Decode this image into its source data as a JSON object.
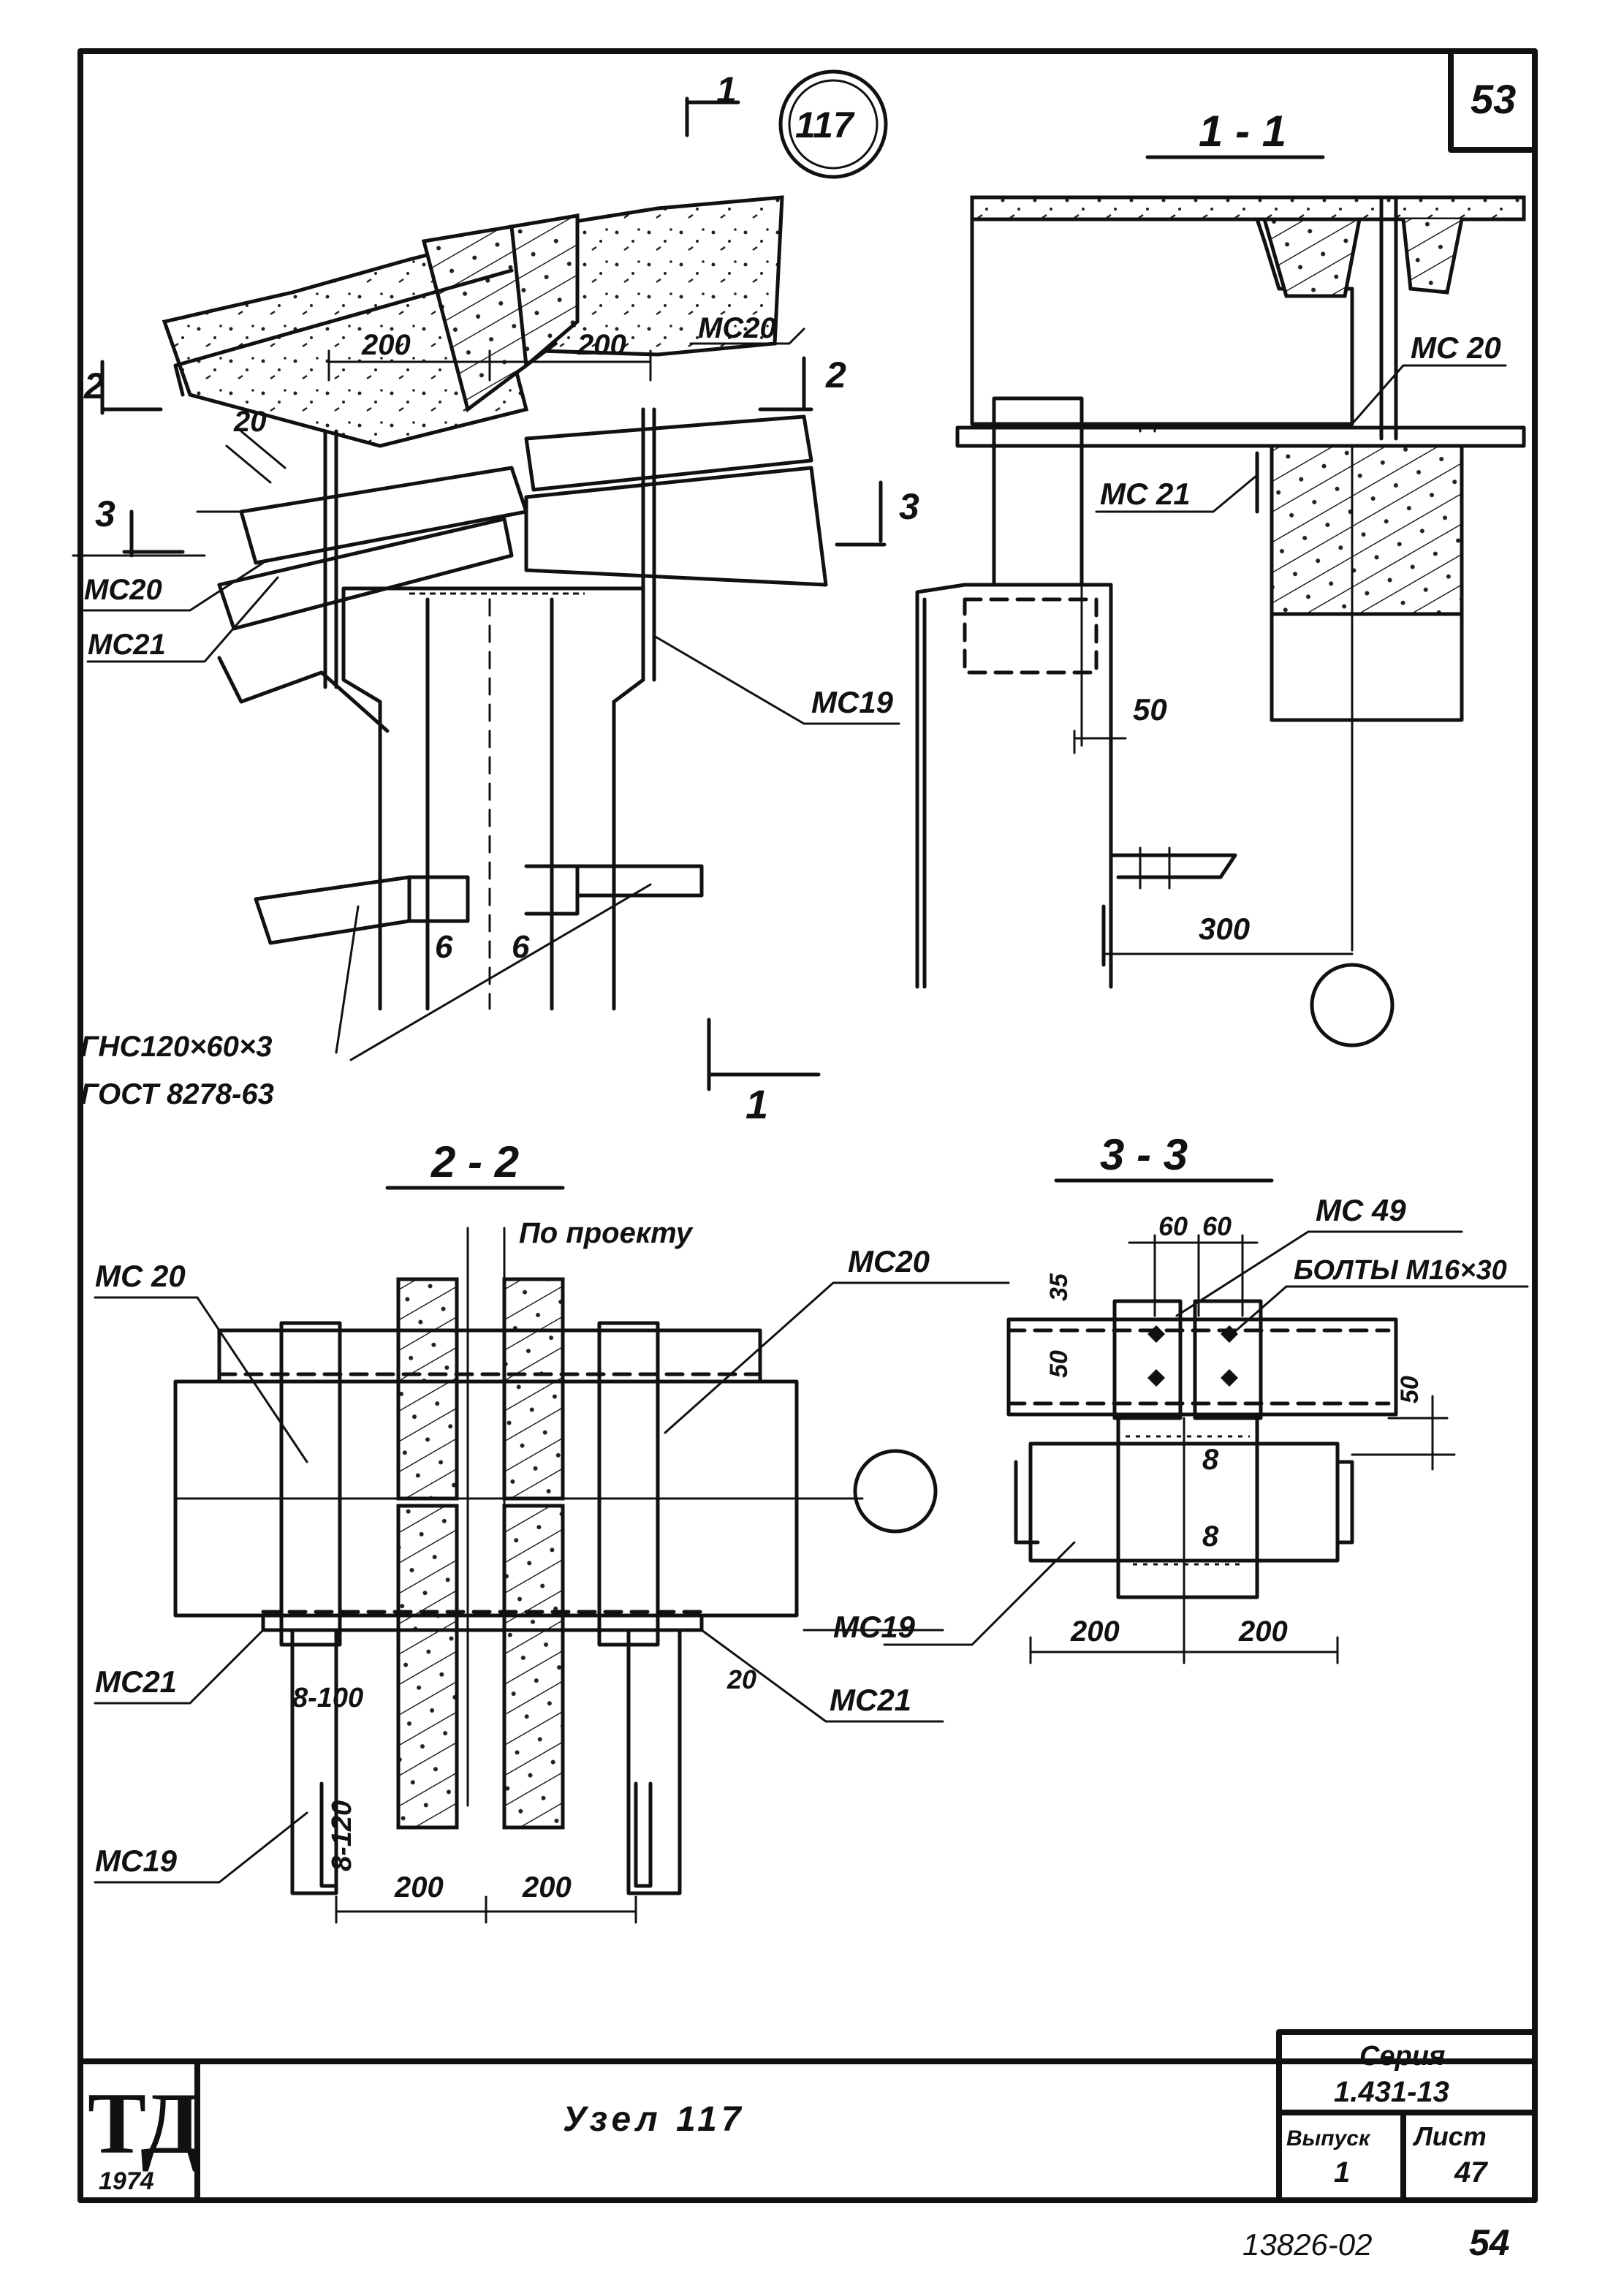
{
  "sheet_number": "53",
  "node_circle_label": "117",
  "cut_marks": {
    "top_left": "1",
    "bottom": "1",
    "left_2": "2",
    "right_2": "2",
    "left_3": "3",
    "right_3": "3"
  },
  "view_main": {
    "dim_200_a": "200",
    "dim_200_b": "200",
    "dim_20": "20",
    "mc20_top": "МС20",
    "mc20_left": "МС20",
    "mc21_left": "МС21",
    "mc19_right": "МС19",
    "dim_6_a": "6",
    "dim_6_b": "6",
    "profile_note": "ГНС120×60×3",
    "gost_note": "ГОСТ 8278-63"
  },
  "view_1_1": {
    "title": "1 - 1",
    "mc20": "МС 20",
    "mc21": "МС 21",
    "dim_50": "50",
    "dim_300": "300"
  },
  "view_2_2": {
    "title": "2 - 2",
    "note_project": "По проекту",
    "mc20_left": "МС 20",
    "mc20_right": "МС20",
    "mc19_right": "МС19",
    "mc21_left": "МС21",
    "mc21_right": "МС21",
    "mc19_left": "МС19",
    "weld_8_100": "8-100",
    "weld_8_120": "8-120",
    "dim_20": "20",
    "dim_200_a": "200",
    "dim_200_b": "200"
  },
  "view_3_3": {
    "title": "3 - 3",
    "mc49": "МС 49",
    "bolts": "БОЛТЫ М16×30",
    "dim_60_a": "60",
    "dim_60_b": "60",
    "dim_35": "35",
    "dim_50_a": "50",
    "dim_50_b": "50",
    "weld_8_a": "8",
    "weld_8_b": "8",
    "dim_200_a": "200",
    "dim_200_b": "200"
  },
  "title_block": {
    "logo": "ТД",
    "logo_year": "1974",
    "title": "Узел 117",
    "series_label": "Серия",
    "series_value": "1.431-13",
    "issue_label": "Выпуск",
    "issue_value": "1",
    "sheet_label": "Лист",
    "sheet_value": "47"
  },
  "footer_code": "13826-02",
  "footer_page": "54"
}
